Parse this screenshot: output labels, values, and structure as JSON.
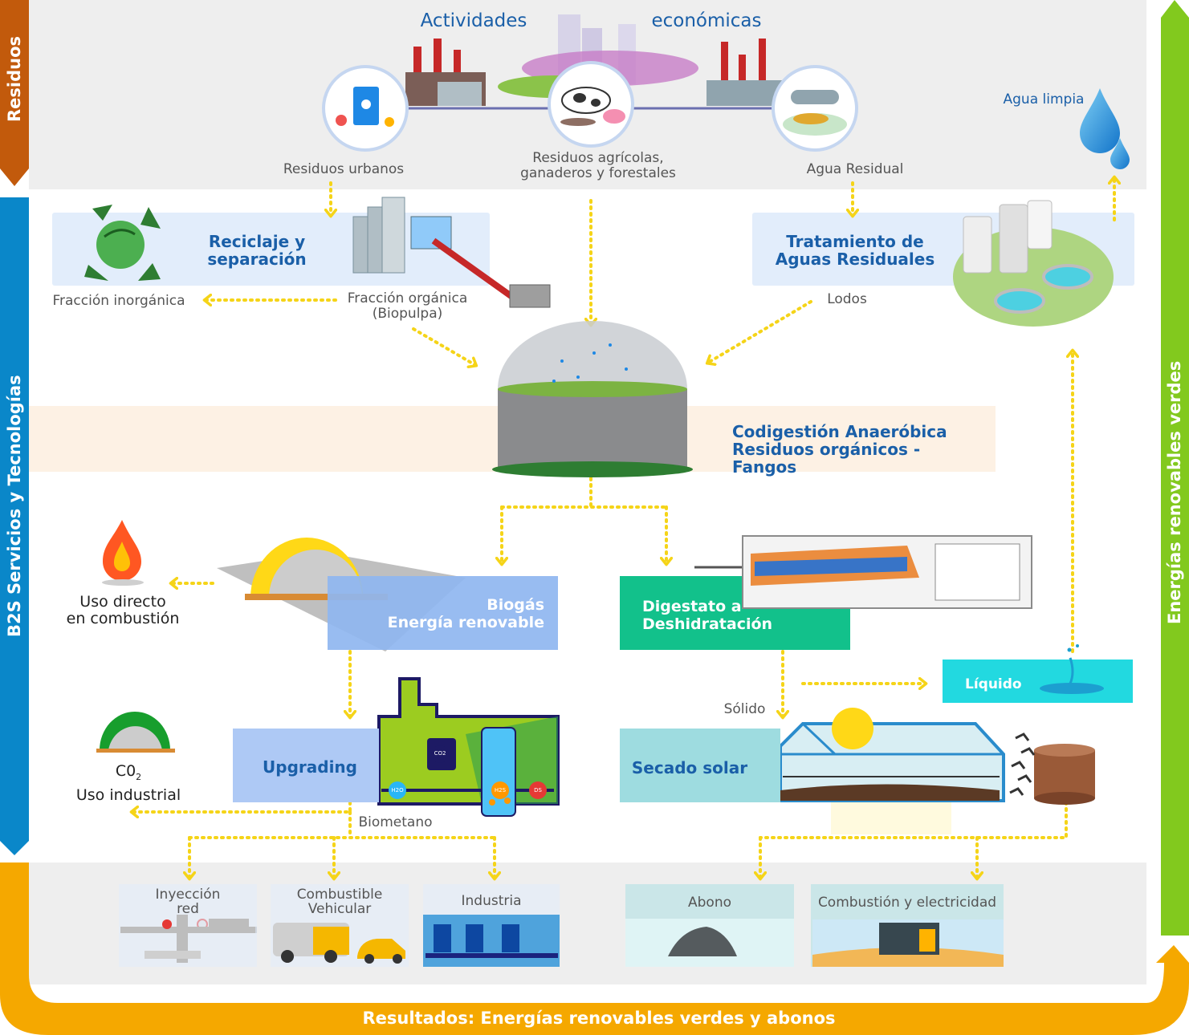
{
  "side_labels": {
    "residuos": "Residuos",
    "b2s": "B2S Servicios y Tecnologías",
    "energias": "Energías renovables verdes",
    "resultados": "Resultados: Energías renovables verdes y abonos"
  },
  "header": {
    "actividades": "Actividades",
    "economicas": "económicas"
  },
  "sources": {
    "urbanos": "Residuos urbanos",
    "agricolas_1": "Residuos agrícolas,",
    "agricolas_2": "ganaderos y forestales",
    "agua_residual": "Agua Residual",
    "agua_limpia": "Agua limpia"
  },
  "processes": {
    "reciclaje_1": "Reciclaje y",
    "reciclaje_2": "separación",
    "fraccion_inorganica": "Fracción inorgánica",
    "fraccion_organica_1": "Fracción orgánica",
    "fraccion_organica_2": "(Biopulpa)",
    "tratamiento_1": "Tratamiento de",
    "tratamiento_2": "Aguas Residuales",
    "lodos": "Lodos",
    "codigestion_1": "Codigestión Anaeróbica",
    "codigestion_2": "Residuos orgánicos - Fangos",
    "biogas_1": "Biogás",
    "biogas_2": "Energía renovable",
    "digestato_1": "Digestato a",
    "digestato_2": "Deshidratación",
    "uso_directo_1": "Uso directo",
    "uso_directo_2": "en combustión",
    "liquido": "Líquido",
    "solido": "Sólido",
    "upgrading": "Upgrading",
    "co2_main": "C0",
    "co2_sub": "2",
    "uso_industrial": "Uso industrial",
    "secado_solar": "Secado solar",
    "biometano": "Biometano"
  },
  "upgrading_icons": {
    "co2": "CO2",
    "h2o": "H2O",
    "h2s": "H2S",
    "ds": "DS"
  },
  "results": {
    "inyeccion_1": "Inyección",
    "inyeccion_2": "red",
    "combustible_1": "Combustible",
    "combustible_2": "Vehicular",
    "industria": "Industria",
    "abono": "Abono",
    "combustion": "Combustión y electricidad"
  },
  "colors": {
    "residuos_band": "#c25a0c",
    "b2s_band": "#0a87c9",
    "energias_band": "#82c91e",
    "resultados_band": "#f5a800",
    "arrow_yellow": "#f5d418",
    "panel_gray": "#eeeeee",
    "panel_lightblue": "#e2edfb",
    "panel_peach": "#fdf1e4",
    "biogas_box": "#8fb6f0",
    "digestato_box": "#12c18b",
    "liquido_box": "#22d9e0",
    "upgrading_box": "#aec9f5",
    "secado_box": "#9edce0"
  }
}
